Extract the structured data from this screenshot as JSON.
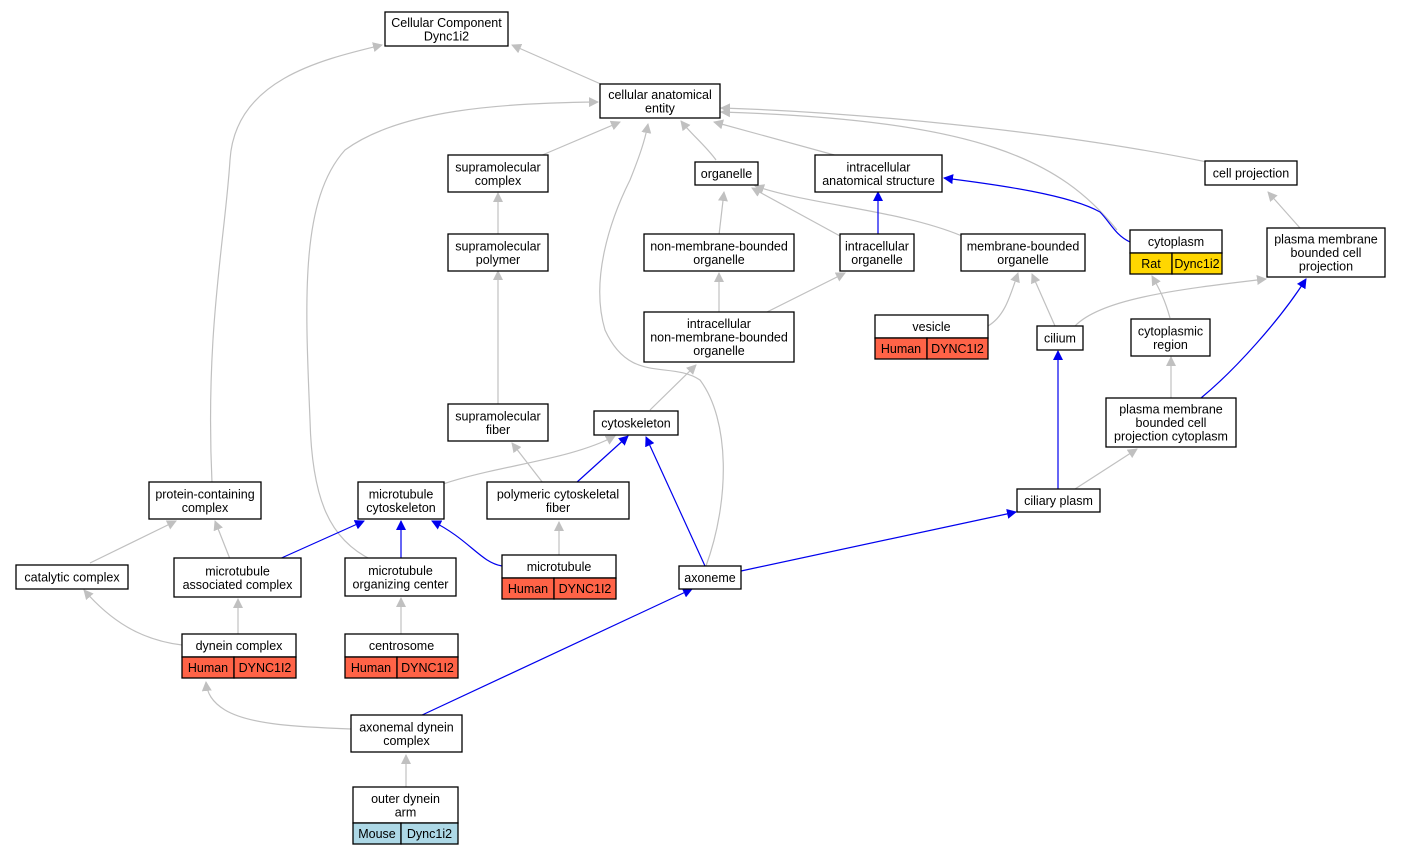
{
  "colors": {
    "edge_grey": "#c0c0c0",
    "edge_blue": "#0000ee",
    "human": "#ff6347",
    "rat": "#ffd700",
    "mouse": "#add8e6"
  },
  "nodes": [
    {
      "id": "cc",
      "lines": [
        "Cellular Component",
        "Dync1i2"
      ]
    },
    {
      "id": "cae",
      "lines": [
        "cellular anatomical",
        "entity"
      ]
    },
    {
      "id": "smc",
      "lines": [
        "supramolecular",
        "complex"
      ]
    },
    {
      "id": "org",
      "lines": [
        "organelle"
      ]
    },
    {
      "id": "ias",
      "lines": [
        "intracellular",
        "anatomical structure"
      ]
    },
    {
      "id": "cpj",
      "lines": [
        "cell projection"
      ]
    },
    {
      "id": "smp",
      "lines": [
        "supramolecular",
        "polymer"
      ]
    },
    {
      "id": "nmbo",
      "lines": [
        "non-membrane-bounded",
        "organelle"
      ]
    },
    {
      "id": "io",
      "lines": [
        "intracellular",
        "organelle"
      ]
    },
    {
      "id": "mbo",
      "lines": [
        "membrane-bounded",
        "organelle"
      ]
    },
    {
      "id": "cyt",
      "lines": [
        "cytoplasm"
      ],
      "tags": [
        {
          "label": "Rat",
          "color": "rat"
        },
        {
          "label": "Dync1i2",
          "color": "rat"
        }
      ]
    },
    {
      "id": "pmbcp",
      "lines": [
        "plasma membrane",
        "bounded cell",
        "projection"
      ]
    },
    {
      "id": "inmbo",
      "lines": [
        "intracellular",
        "non-membrane-bounded",
        "organelle"
      ]
    },
    {
      "id": "ves",
      "lines": [
        "vesicle"
      ],
      "tags": [
        {
          "label": "Human",
          "color": "human"
        },
        {
          "label": "DYNC1I2",
          "color": "human"
        }
      ]
    },
    {
      "id": "cil",
      "lines": [
        "cilium"
      ]
    },
    {
      "id": "cytr",
      "lines": [
        "cytoplasmic",
        "region"
      ]
    },
    {
      "id": "smf",
      "lines": [
        "supramolecular",
        "fiber"
      ]
    },
    {
      "id": "csk",
      "lines": [
        "cytoskeleton"
      ]
    },
    {
      "id": "pmbcpc",
      "lines": [
        "plasma membrane",
        "bounded cell",
        "projection cytoplasm"
      ]
    },
    {
      "id": "pcc",
      "lines": [
        "protein-containing",
        "complex"
      ]
    },
    {
      "id": "mtc",
      "lines": [
        "microtubule",
        "cytoskeleton"
      ]
    },
    {
      "id": "pcf",
      "lines": [
        "polymeric cytoskeletal",
        "fiber"
      ]
    },
    {
      "id": "cpl",
      "lines": [
        "ciliary plasm"
      ]
    },
    {
      "id": "cat",
      "lines": [
        "catalytic complex"
      ]
    },
    {
      "id": "mac",
      "lines": [
        "microtubule",
        "associated complex"
      ]
    },
    {
      "id": "moc",
      "lines": [
        "microtubule",
        "organizing center"
      ]
    },
    {
      "id": "mt",
      "lines": [
        "microtubule"
      ],
      "tags": [
        {
          "label": "Human",
          "color": "human"
        },
        {
          "label": "DYNC1I2",
          "color": "human"
        }
      ]
    },
    {
      "id": "axo",
      "lines": [
        "axoneme"
      ]
    },
    {
      "id": "dyn",
      "lines": [
        "dynein complex"
      ],
      "tags": [
        {
          "label": "Human",
          "color": "human"
        },
        {
          "label": "DYNC1I2",
          "color": "human"
        }
      ]
    },
    {
      "id": "cen",
      "lines": [
        "centrosome"
      ],
      "tags": [
        {
          "label": "Human",
          "color": "human"
        },
        {
          "label": "DYNC1I2",
          "color": "human"
        }
      ]
    },
    {
      "id": "adc",
      "lines": [
        "axonemal dynein",
        "complex"
      ]
    },
    {
      "id": "oda",
      "lines": [
        "outer dynein",
        "arm"
      ],
      "tags": [
        {
          "label": "Mouse",
          "color": "mouse"
        },
        {
          "label": "Dync1i2",
          "color": "mouse"
        }
      ]
    }
  ]
}
